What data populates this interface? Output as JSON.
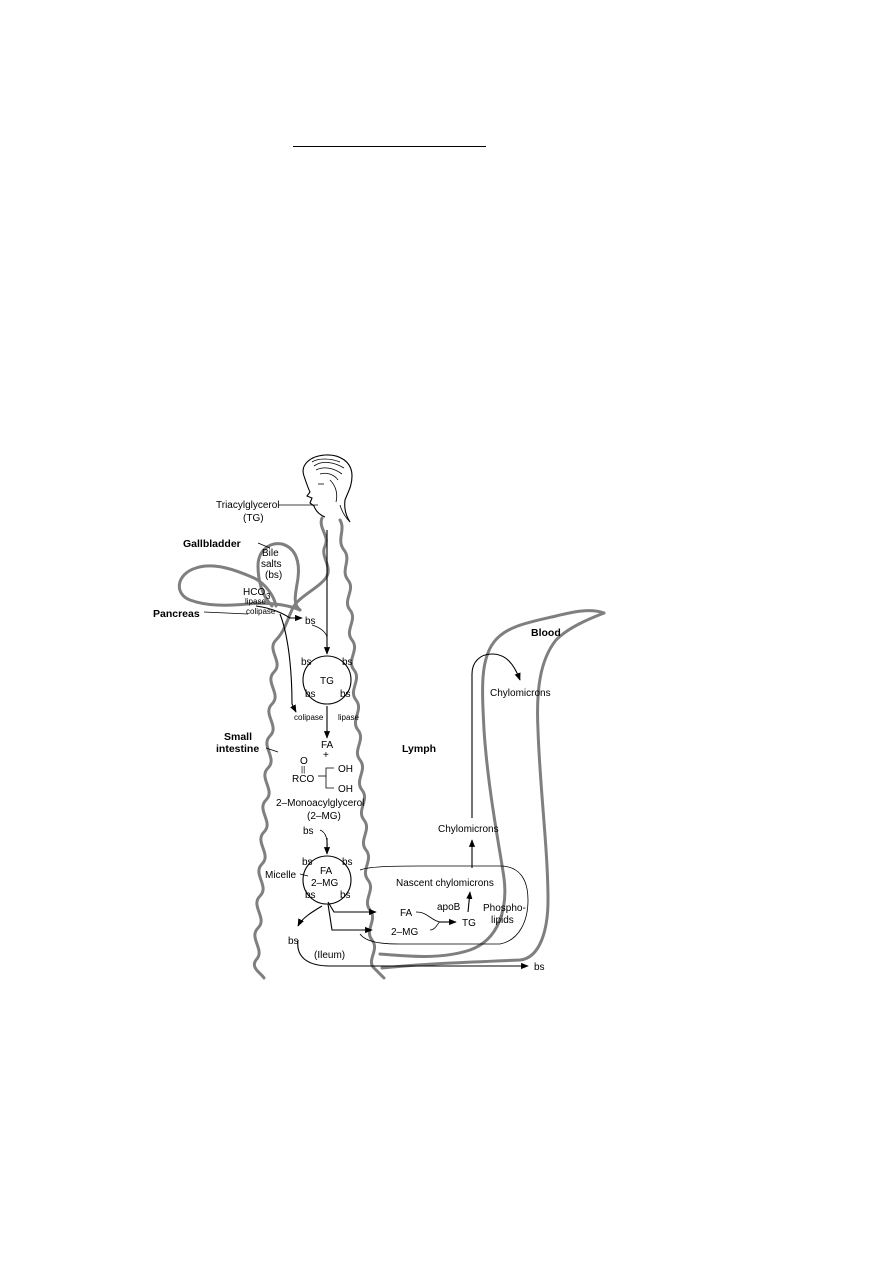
{
  "labels": {
    "triacylglycerol": "Triacylglycerol",
    "tg_abbrev": "(TG)",
    "gallbladder": "Gallbladder",
    "bile": "Bile",
    "salts": "salts",
    "bs_abbrev": "(bs)",
    "hco3": "HCO",
    "hco3_sub": "3",
    "lipase": "lipase",
    "colipase": "colipase",
    "pancreas": "Pancreas",
    "bs": "bs",
    "tg": "TG",
    "colipase_lipase_colipase": "colipase",
    "colipase_lipase_lipase": "lipase",
    "fa": "FA",
    "plus": "+",
    "o_atom": "O",
    "double_bond": "||",
    "rco": "RCO",
    "oh_top": "OH",
    "oh_bottom": "OH",
    "monoacylglycerol": "2–Monoacylglycerol",
    "mg_abbrev": "(2–MG)",
    "micelle": "Micelle",
    "two_mg": "2–MG",
    "small": "Small",
    "intestine": "intestine",
    "lymph": "Lymph",
    "blood": "Blood",
    "chylomicrons_blood": "Chylomicrons",
    "chylomicrons_lymph": "Chylomicrons",
    "nascent_chylomicrons": "Nascent chylomicrons",
    "apob": "apoB",
    "phospho": "Phospho-",
    "lipids": "lipids",
    "ileum": "(Ileum)"
  }
}
